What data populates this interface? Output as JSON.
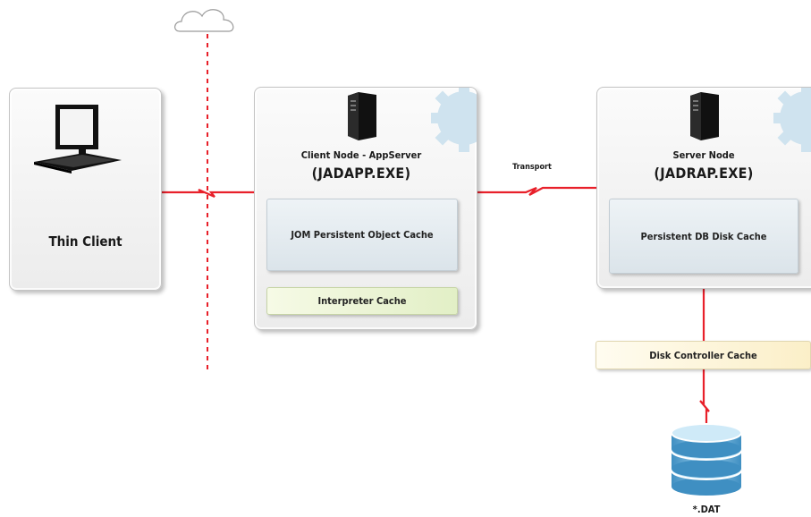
{
  "thin_client": {
    "label": "Thin Client"
  },
  "client_node": {
    "title": "Client Node - AppServer",
    "exe": "(JADAPP.EXE)",
    "cache": "JOM Persistent Object Cache",
    "interpreter": "Interpreter Cache"
  },
  "transport": {
    "label": "Transport"
  },
  "server_node": {
    "title": "Server Node",
    "exe": "(JADRAP.EXE)",
    "cache": "Persistent DB Disk Cache"
  },
  "disk_controller": {
    "label": "Disk Controller Cache"
  },
  "database": {
    "label": "*.DAT"
  },
  "colors": {
    "link": "#e8202a",
    "boundary": "#e8202a",
    "gear": "#cfe3ef",
    "server": "#111111"
  }
}
